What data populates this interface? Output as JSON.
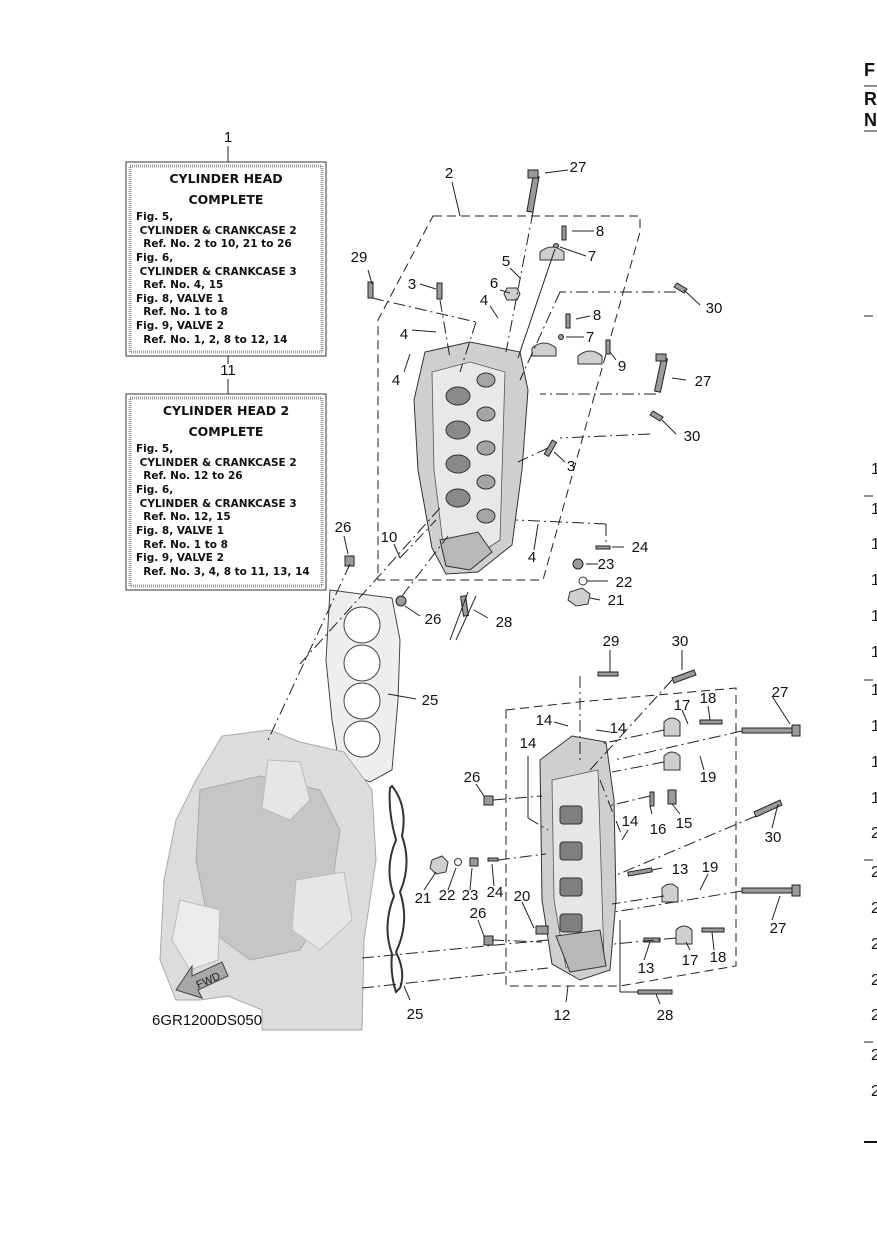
{
  "diagram_code": "6GR1200DS050",
  "fwd_label": "FWD",
  "boxes": [
    {
      "ref": "1",
      "title_lines": [
        "CYLINDER  HEAD",
        "COMPLETE"
      ],
      "lines": [
        "Fig. 5,",
        " CYLINDER & CRANKCASE 2",
        "  Ref. No. 2 to 10, 21 to 26",
        "Fig. 6,",
        " CYLINDER & CRANKCASE 3",
        "  Ref. No. 4, 15",
        "Fig. 8, VALVE 1",
        "  Ref. No. 1 to 8",
        "Fig. 9, VALVE 2",
        "  Ref. No. 1, 2, 8 to 12, 14"
      ]
    },
    {
      "ref": "11",
      "title_lines": [
        "CYLINDER HEAD 2",
        "COMPLETE"
      ],
      "lines": [
        "Fig. 5,",
        " CYLINDER & CRANKCASE 2",
        "  Ref. No. 12 to 26",
        "Fig. 6,",
        " CYLINDER & CRANKCASE 3",
        "  Ref. No. 12, 15",
        "Fig. 8, VALVE 1",
        "  Ref. No. 1 to 8",
        "Fig. 9, VALVE 2",
        "  Ref. No. 3, 4, 8 to 11, 13, 14"
      ]
    }
  ],
  "callouts": [
    "2",
    "27",
    "8",
    "5",
    "7",
    "29",
    "3",
    "6",
    "4",
    "30",
    "8",
    "4",
    "7",
    "9",
    "4",
    "27",
    "30",
    "3",
    "26",
    "10",
    "4",
    "24",
    "23",
    "22",
    "21",
    "26",
    "28",
    "25",
    "29",
    "30",
    "18",
    "17",
    "27",
    "14",
    "14",
    "14",
    "19",
    "26",
    "16",
    "15",
    "14",
    "30",
    "21",
    "22",
    "23",
    "24",
    "13",
    "19",
    "20",
    "26",
    "27",
    "13",
    "17",
    "18",
    "25",
    "12",
    "28"
  ],
  "right_edge": {
    "header_letters": [
      "F",
      "R",
      "N"
    ],
    "row_digits": [
      "1",
      "1",
      "1",
      "1",
      "1",
      "1",
      "1",
      "1",
      "1",
      "1",
      "2",
      "2",
      "2",
      "2",
      "2",
      "2",
      "2",
      "2"
    ]
  }
}
